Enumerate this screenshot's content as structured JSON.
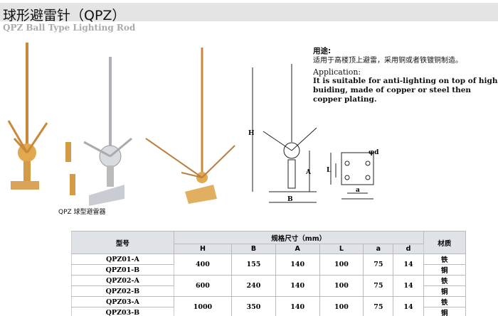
{
  "title": "球形避雷针（QPZ）",
  "subtitle": "QPZ Ball Type Lighting Rod",
  "usage_label": "用途:",
  "usage_text": "适用于高楼顶上避雷，采用铜或者铁镀铜制造。",
  "application_label": "Application:",
  "application_text": "It is suitable for anti-lighting on top of high buiding, made of copper or steel then copper plating.",
  "photo_caption": "QPZ 球型避雷器",
  "diagram_labels": {
    "H": "H",
    "A": "A",
    "B": "B",
    "d": "φd",
    "L": "L",
    "a": "a"
  },
  "table": {
    "model_header": "型号",
    "spec_header": "规格尺寸（mm）",
    "material_header": "材质",
    "columns": [
      "H",
      "B",
      "A",
      "L",
      "a",
      "d"
    ],
    "groups": [
      {
        "models": [
          "QPZ01-A",
          "QPZ01-B"
        ],
        "values": [
          "400",
          "155",
          "140",
          "100",
          "75",
          "14"
        ],
        "materials": [
          "铁",
          "铜"
        ]
      },
      {
        "models": [
          "QPZ02-A",
          "QPZ02-B"
        ],
        "values": [
          "600",
          "240",
          "140",
          "100",
          "75",
          "14"
        ],
        "materials": [
          "铁",
          "铜"
        ]
      },
      {
        "models": [
          "QPZ03-A",
          "QPZ03-B"
        ],
        "values": [
          "1000",
          "350",
          "140",
          "100",
          "75",
          "14"
        ],
        "materials": [
          "铁",
          "铜"
        ]
      }
    ]
  },
  "colors": {
    "copper": "#c8893a",
    "silver": "#c9ccd2",
    "header_bg": "#dfe3e8"
  }
}
